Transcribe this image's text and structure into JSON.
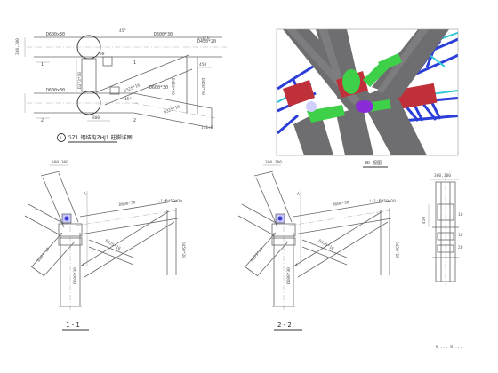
{
  "plan_view": {
    "title": "GZ1 钢结构ZHJ1 柱脚详图",
    "circle_no": "1",
    "member_labels": [
      "1",
      "1",
      "2",
      "2"
    ],
    "dims": [
      "D600x30",
      "D600*30",
      "D450*20",
      "D600x30",
      "D600*30",
      "D450*20",
      "D450*20",
      "D325*16",
      "D325*16",
      "D273*10",
      "300,300",
      "800",
      "450",
      "i=1:6",
      "i=1:6",
      "45°",
      "45°",
      "90"
    ]
  },
  "render_3d": {
    "label": "3D 视图"
  },
  "section_1": {
    "label": "1 - 1",
    "dims": [
      "D600*30",
      "D450*20",
      "D450*20",
      "D325*10",
      "D273*10",
      "D600*30",
      "300,300",
      "i=1:6",
      "A",
      "A"
    ]
  },
  "section_2": {
    "label": "2 - 2",
    "dims": [
      "D600*30",
      "D450*20",
      "D450*20",
      "D325*10",
      "D273*10",
      "D600*30",
      "300,300",
      "i=1:6",
      "A",
      "A"
    ]
  },
  "detail_a": {
    "dims": [
      "300,300",
      "450",
      "10",
      "10",
      "20"
    ]
  },
  "footer": {
    "note": "8 ... 8 ..."
  },
  "colors": {
    "line": "#666666",
    "column_grey": "#6e6e70",
    "truss_blue": "#2b3fd8",
    "collar_green": "#3fd04a",
    "ring_red": "#c0303a",
    "node_purple": "#8a2bd8",
    "truss_cyan": "#30c8d8"
  }
}
